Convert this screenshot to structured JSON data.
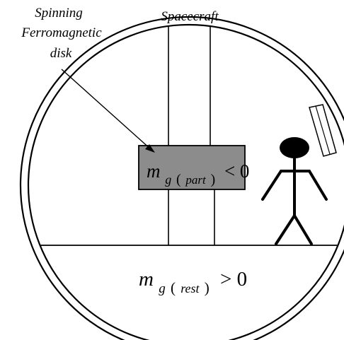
{
  "labels": {
    "disk_line1": "Spinning",
    "disk_line2": "Ferromagnetic",
    "disk_line3": "disk",
    "spacecraft": "Spacecraft"
  },
  "formulas": {
    "part": {
      "symbol": "m",
      "sub_g": "g",
      "sub_open": "(",
      "sub_word": "part",
      "sub_close": ")",
      "relation": "< 0"
    },
    "rest": {
      "symbol": "m",
      "sub_g": "g",
      "sub_open": "(",
      "sub_word": "rest",
      "sub_close": ")",
      "relation": "> 0"
    }
  },
  "colors": {
    "line": "#000000",
    "disk_fill": "#8c8c8c",
    "background": "#ffffff"
  },
  "icons": {
    "person": "stick-figure-icon"
  }
}
